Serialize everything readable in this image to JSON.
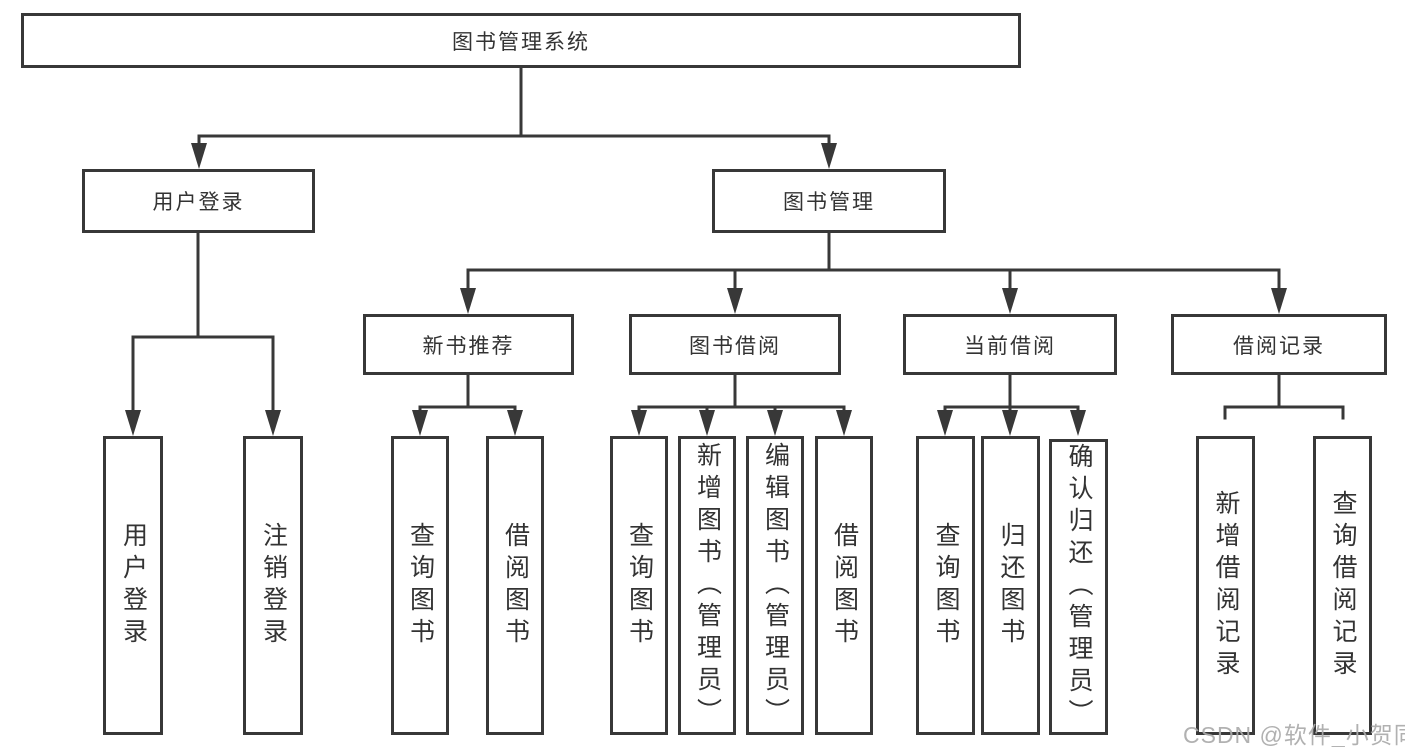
{
  "diagram": {
    "title": "图书管理系统",
    "root": {
      "label": "图书管理系统"
    },
    "branches": [
      {
        "label": "用户登录",
        "children": [
          {
            "label": "用户登录"
          },
          {
            "label": "注销登录"
          }
        ]
      },
      {
        "label": "图书管理",
        "children": [
          {
            "label": "新书推荐",
            "children": [
              {
                "label": "查询图书"
              },
              {
                "label": "借阅图书"
              }
            ]
          },
          {
            "label": "图书借阅",
            "children": [
              {
                "label": "查询图书"
              },
              {
                "label": "新增图书（管理员）"
              },
              {
                "label": "编辑图书（管理员）"
              },
              {
                "label": "借阅图书"
              }
            ]
          },
          {
            "label": "当前借阅",
            "children": [
              {
                "label": "查询图书"
              },
              {
                "label": "归还图书"
              },
              {
                "label": "确认归还（管理员）"
              }
            ]
          },
          {
            "label": "借阅记录",
            "children": [
              {
                "label": "新增借阅记录"
              },
              {
                "label": "查询借阅记录"
              }
            ]
          }
        ]
      }
    ]
  },
  "watermark": {
    "text": "CSDN @软件_小贺同学"
  },
  "colors": {
    "line": "#383838",
    "box_border": "#383838",
    "text": "#333333",
    "background": "#ffffff",
    "watermark": "#ababab"
  }
}
